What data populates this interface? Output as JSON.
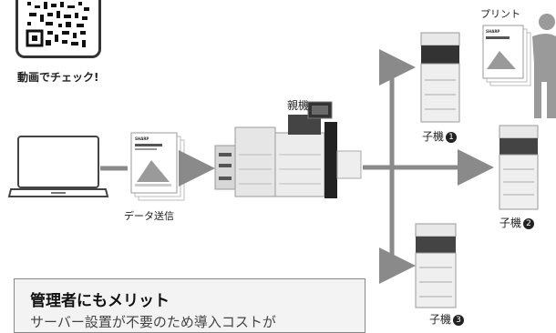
{
  "qr": {
    "caption": "動画でチェック!"
  },
  "labels": {
    "parent": "親機",
    "child1": "子機",
    "child2": "子機",
    "child3": "子機",
    "child1_num": "1",
    "child2_num": "2",
    "child3_num": "3",
    "print": "プリント",
    "send": "データ送信",
    "doc_brand": "SHARP"
  },
  "merit": {
    "title": "管理者にもメリット",
    "text": "サーバー設置が不要のため導入コストが"
  },
  "colors": {
    "arrow": "#8a8a8a",
    "accent": "#222222"
  }
}
